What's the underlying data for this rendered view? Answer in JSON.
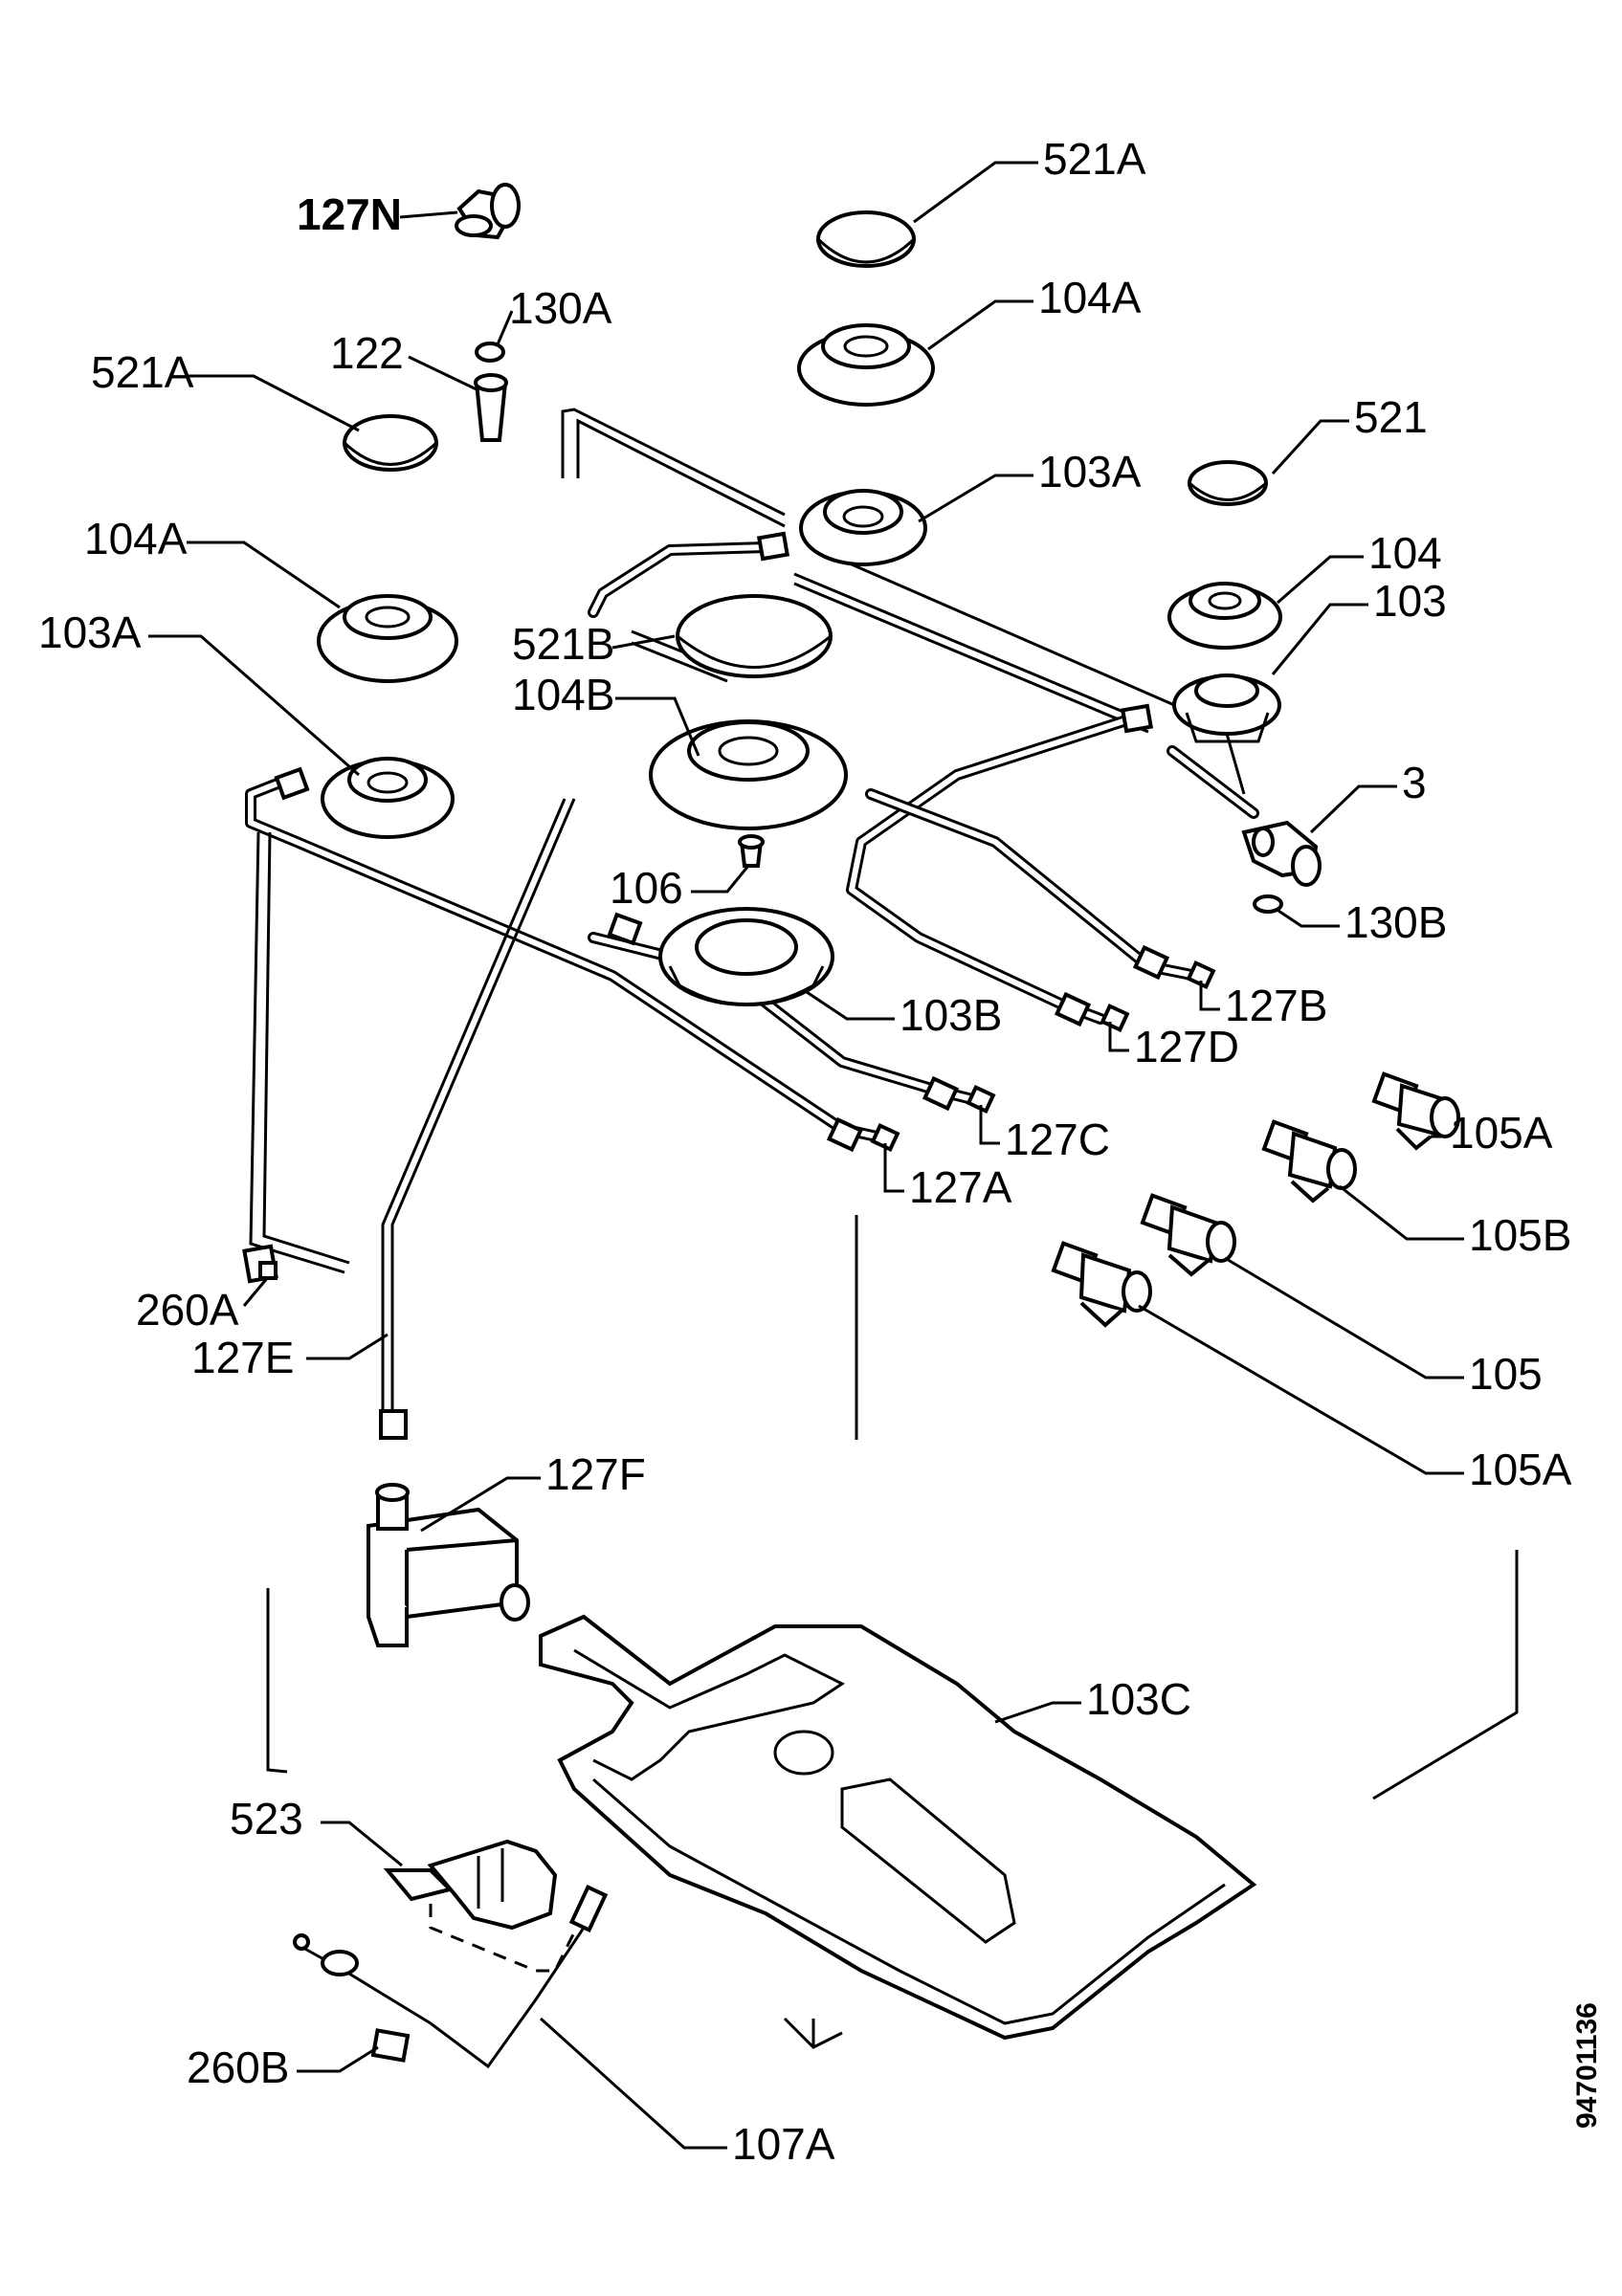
{
  "diagram_id": "94701136",
  "labels": {
    "l127N": "127N",
    "l130A": "130A",
    "l122": "122",
    "l521A_left": "521A",
    "l521A_top": "521A",
    "l104A_top": "104A",
    "l521": "521",
    "l103A_top": "103A",
    "l104": "104",
    "l103": "103",
    "l104A_left": "104A",
    "l103A_left": "103A",
    "l521B": "521B",
    "l104B": "104B",
    "l3": "3",
    "l106": "106",
    "l130B": "130B",
    "l127B": "127B",
    "l103B": "103B",
    "l127D": "127D",
    "l105A_top": "105A",
    "l127C": "127C",
    "l127A": "127A",
    "l105B": "105B",
    "l260A": "260A",
    "l127E": "127E",
    "l105": "105",
    "l105A_bottom": "105A",
    "l127F": "127F",
    "l103C": "103C",
    "l523": "523",
    "l260B": "260B",
    "l107A": "107A"
  }
}
